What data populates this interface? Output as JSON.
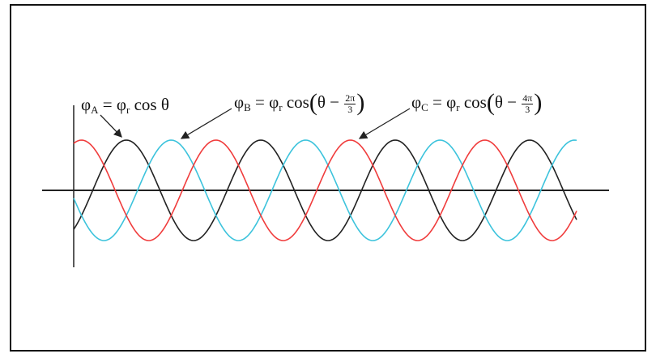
{
  "labels": {
    "a": {
      "phi": "φ",
      "sub": "A",
      "rhs": "= φ",
      "rsub": "r",
      "tail": "cos θ"
    },
    "b": {
      "phi": "φ",
      "sub": "B",
      "rhs": "= φ",
      "rsub": "r",
      "tail": "cos",
      "theta": "θ −",
      "num": "2π",
      "den": "3",
      "lp": "(",
      "rp": ")"
    },
    "c": {
      "phi": "φ",
      "sub": "C",
      "rhs": "= φ",
      "rsub": "r",
      "tail": "cos",
      "theta": "θ −",
      "num": "4π",
      "den": "3",
      "lp": "(",
      "rp": ")"
    }
  },
  "chart_data": {
    "type": "line",
    "title": "",
    "cycles": 3.75,
    "series": [
      {
        "name": "φA = φr cos θ",
        "phase_deg": 0,
        "color": "#222222"
      },
      {
        "name": "φB = φr cos(θ − 2π/3)",
        "phase_deg": -120,
        "color": "#3cc3dc"
      },
      {
        "name": "φC = φr cos(θ − 4π/3)",
        "phase_deg": -240,
        "color": "#f03c3c"
      }
    ],
    "grid": false
  }
}
